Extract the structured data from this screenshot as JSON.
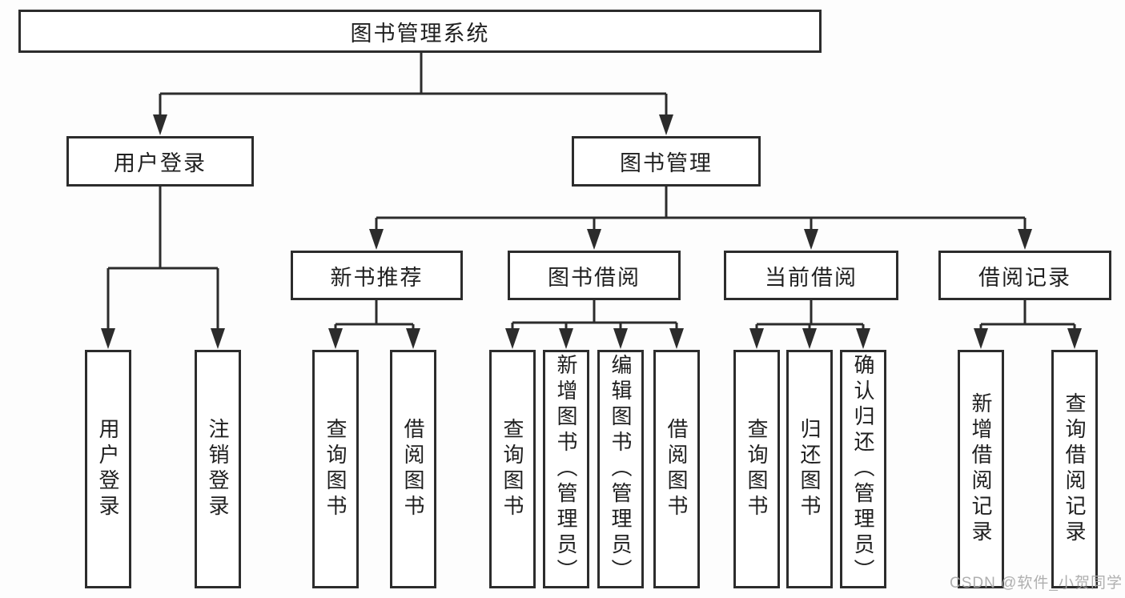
{
  "diagram": {
    "root": "图书管理系统",
    "level2": {
      "login": "用户登录",
      "manage": "图书管理"
    },
    "level3": {
      "recommend": "新书推荐",
      "borrow": "图书借阅",
      "current": "当前借阅",
      "records": "借阅记录"
    },
    "leaves": {
      "login": [
        "用户登录",
        "注销登录"
      ],
      "recommend": [
        "查询图书",
        "借阅图书"
      ],
      "borrow": [
        "查询图书",
        "新增图书（管理员）",
        "编辑图书（管理员）",
        "借阅图书"
      ],
      "current": [
        "查询图书",
        "归还图书",
        "确认归还（管理员）"
      ],
      "records": [
        "新增借阅记录",
        "查询借阅记录"
      ]
    }
  },
  "watermark": "CSDN @软件_小贺同学",
  "colors": {
    "line": "#2c2c2c",
    "text": "#1f1f1f",
    "box_fill": "#ffffff",
    "background": "#fdfdfd",
    "watermark": "#a8a8a8"
  }
}
